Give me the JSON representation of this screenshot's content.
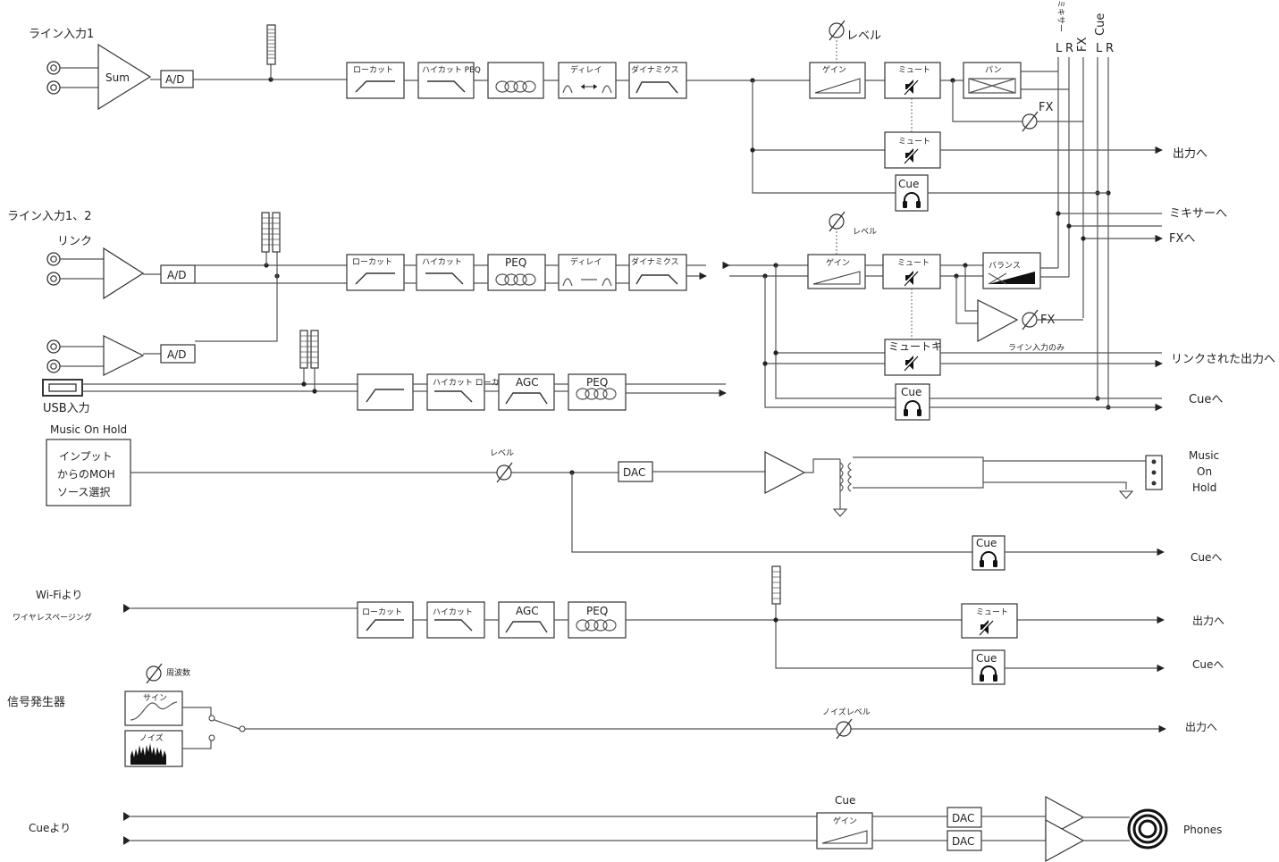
{
  "inputs": {
    "line1": "ライン入力1",
    "line12": "ライン入力1、2",
    "link": "リンク",
    "usb": "USB入力",
    "moh_title": "Music On Hold",
    "moh_select": [
      "インプット",
      "からのMOH",
      "ソース選択"
    ],
    "wifi": "Wi-Fiより",
    "wireless_paging": "ワイヤレスページング",
    "signal_gen": "信号発生器",
    "cue_from": "Cueより"
  },
  "blocks": {
    "sum": "Sum",
    "ad": "A/D",
    "dac": "DAC",
    "lowcut": "ローカット",
    "hicut": "ハイカット",
    "hicut_peq": "ハイカット PEQ",
    "hicut_lowcut": "ハイカット ローカット",
    "delay": "ディレイ",
    "dynamics": "ダイナミクス",
    "peq": "PEQ",
    "agc": "AGC",
    "gain": "ゲイン",
    "mute": "ミュート",
    "mute_k": "ミュートキ",
    "pan": "パン",
    "balance": "バランス",
    "cue": "Cue",
    "sine": "サイン",
    "noise": "ノイズ"
  },
  "controls": {
    "level": "レベル",
    "level_small": "レベル",
    "fx": "FX",
    "frequency": "周波数",
    "noise_level": "ノイズレベル",
    "line_only": "ライン入力のみ"
  },
  "bus": {
    "mixer": "ミキサー",
    "l": "L",
    "r": "R",
    "fx": "FX",
    "cue": "Cue"
  },
  "outputs": {
    "to_output": "出力へ",
    "to_mixer": "ミキサーへ",
    "to_fx": "FXへ",
    "linked_output": "リンクされた出力へ",
    "to_cue": "Cueへ",
    "music_on_hold": [
      "Music",
      "On",
      "Hold"
    ],
    "phones": "Phones"
  }
}
